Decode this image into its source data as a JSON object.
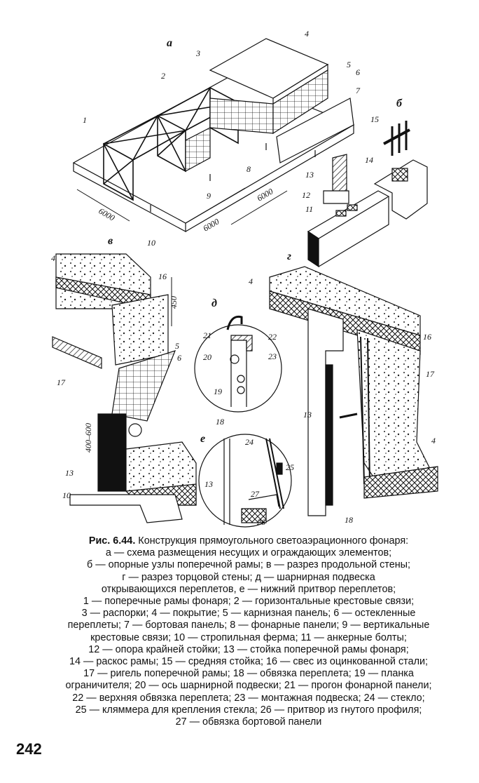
{
  "figure": {
    "panel_labels": {
      "a": "а",
      "b": "б",
      "v": "в",
      "g": "г",
      "d": "д",
      "e": "е"
    },
    "dimensions": {
      "d1": "6000",
      "d2": "6000",
      "d3": "6000",
      "d450": "450",
      "d400_600": "400–600"
    },
    "part_numbers": [
      "1",
      "2",
      "3",
      "4",
      "5",
      "6",
      "7",
      "8",
      "9",
      "10",
      "11",
      "12",
      "13",
      "14",
      "15",
      "16",
      "17",
      "18",
      "19",
      "20",
      "21",
      "22",
      "23",
      "24",
      "25",
      "26",
      "27"
    ]
  },
  "caption": {
    "title": "Рис. 6.44.",
    "lines": [
      " Конструкция прямоугольного светоаэрационного фонаря:",
      "а — схема размещения несущих и ограждающих элементов;",
      "б — опорные узлы поперечной рамы; в — разрез продольной стены;",
      "г — разрез торцовой стены; д — шарнирная подвеска",
      "открывающихся переплетов, е — нижний притвор переплетов;",
      "1 — поперечные рамы фонаря; 2 — горизонтальные крестовые связи;",
      "3 — распорки; 4 — покрытие; 5 — карнизная панель; 6 — остекленные",
      "переплеты; 7 — бортовая панель; 8 — фонарные панели; 9 — вертикальные",
      "крестовые связи; 10 — стропильная ферма; 11 — анкерные болты;",
      "12 — опора крайней стойки; 13 — стойка поперечной рамы фонаря;",
      "14 — раскос рамы; 15 — средняя стойка; 16 — свес из оцинкованной стали;",
      "17 — ригель поперечной рамы; 18 — обвязка переплета; 19 — планка",
      "ограничителя; 20 — ось шарнирной подвески; 21 — прогон фонарной панели;",
      "22 — верхняя обвязка переплета; 23 — монтажная подвеска; 24 — стекло;",
      "25 — кляммера для крепления стекла; 26 — притвор из гнутого профиля;",
      "27 — обвязка бортовой панели"
    ]
  },
  "page_number": "242"
}
